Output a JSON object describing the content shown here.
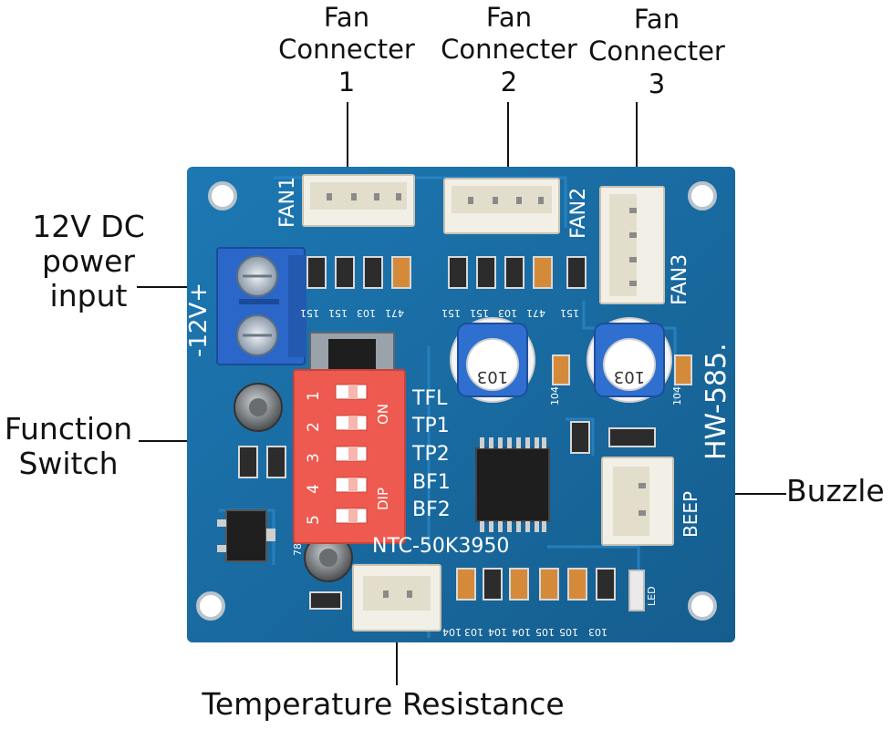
{
  "callouts": {
    "fan1": {
      "line1": "Fan",
      "line2": "Connecter",
      "line3": "1"
    },
    "fan2": {
      "line1": "Fan",
      "line2": "Connecter",
      "line3": "2"
    },
    "fan3": {
      "line1": "Fan",
      "line2": "Connecter",
      "line3": "3"
    },
    "power": {
      "line1": "12V DC",
      "line2": "power",
      "line3": "input"
    },
    "function_switch": {
      "line1": "Function",
      "line2": "Switch"
    },
    "buzzle": "Buzzle",
    "temperature": "Temperature Resistance"
  },
  "board": {
    "fan1_silk": "FAN1",
    "fan2_silk": "FAN2",
    "fan3_silk": "FAN3",
    "power_silk": "-12V+",
    "model_silk": "HW-585.",
    "beep_silk": "BEEP",
    "sensor_silk": "NTC-50K3950",
    "dip_on": "ON",
    "dip_dip": "DIP",
    "dip_numbers": [
      "1",
      "2",
      "3",
      "4",
      "5"
    ],
    "dip_functions": [
      "TFL",
      "TP1",
      "TP2",
      "BF1",
      "BF2"
    ],
    "led_silk": "LED",
    "reg_silk": "78L05",
    "res_codes_top1": [
      "151",
      "151",
      "103",
      "471"
    ],
    "res_codes_top2": [
      "151",
      "151",
      "103",
      "471"
    ],
    "res_codes_top3": [
      "151"
    ],
    "res_codes_bottom": [
      "104",
      "103",
      "104",
      "104",
      "105",
      "105",
      "103"
    ],
    "trim_code": "103",
    "cap_code": "104"
  },
  "colors": {
    "pcb": "#1b6fa6",
    "pcb_dark": "#14557f",
    "connector": "#f2efe6",
    "terminal": "#2a67c9",
    "dip": "#ee5a4f",
    "trimpot": "#2f6fd0"
  }
}
